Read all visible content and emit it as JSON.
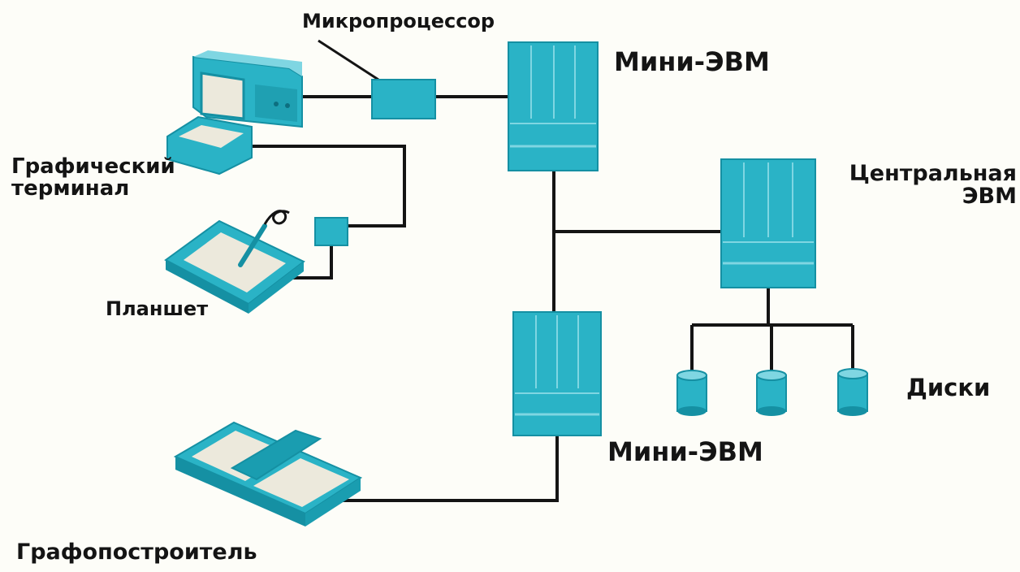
{
  "labels": {
    "microprocessor": "Микропроцессор",
    "mini_computer_top": "Мини-ЭВМ",
    "graphic_terminal": "Графический\nтерминал",
    "central_computer": "Центральная\nЭВМ",
    "tablet": "Планшет",
    "disks": "Диски",
    "mini_computer_bottom": "Мини-ЭВМ",
    "plotter": "Графопостроитель"
  },
  "colors": {
    "device": "#2ab3c6",
    "device_dark": "#1590a3",
    "device_light": "#7fd6e2",
    "screen": "#ece9dc",
    "line": "#141414",
    "background": "#fdfdf8"
  }
}
